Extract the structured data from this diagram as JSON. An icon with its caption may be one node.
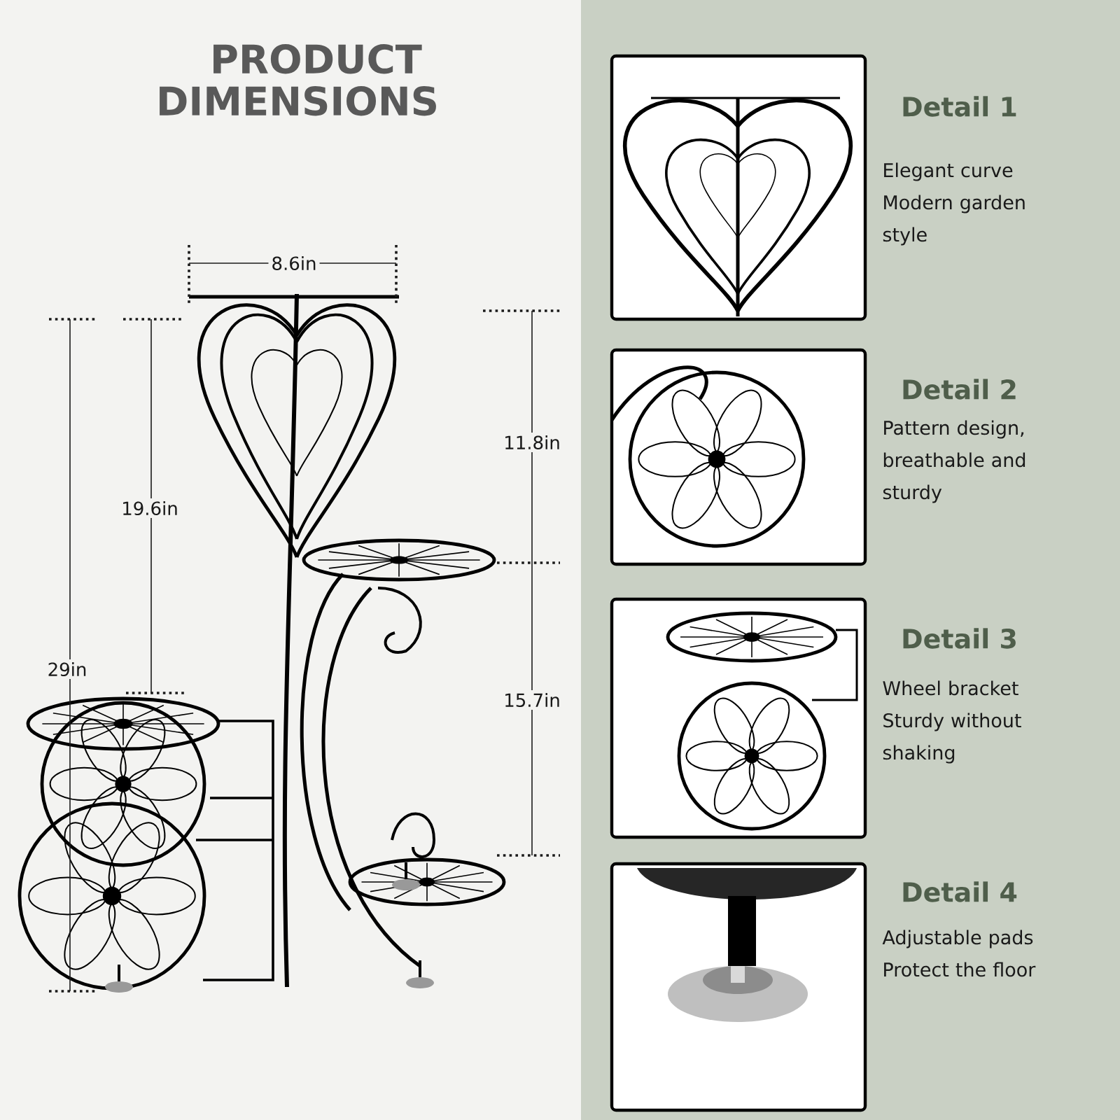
{
  "diagram": {
    "title": "PRODUCT DIMENSIONS",
    "labels": [
      "8.6in",
      "11.8in",
      "19.6in",
      "29in",
      "15.7in",
      "Detail 1",
      "Elegant curve Modern garden style",
      "Detail 2",
      "Pattern design, breathable and sturdy",
      "Detail 3",
      "Wheel bracket Sturdy without shaking",
      "Detail 4",
      "Adjustable pads Protect the floor"
    ]
  }
}
